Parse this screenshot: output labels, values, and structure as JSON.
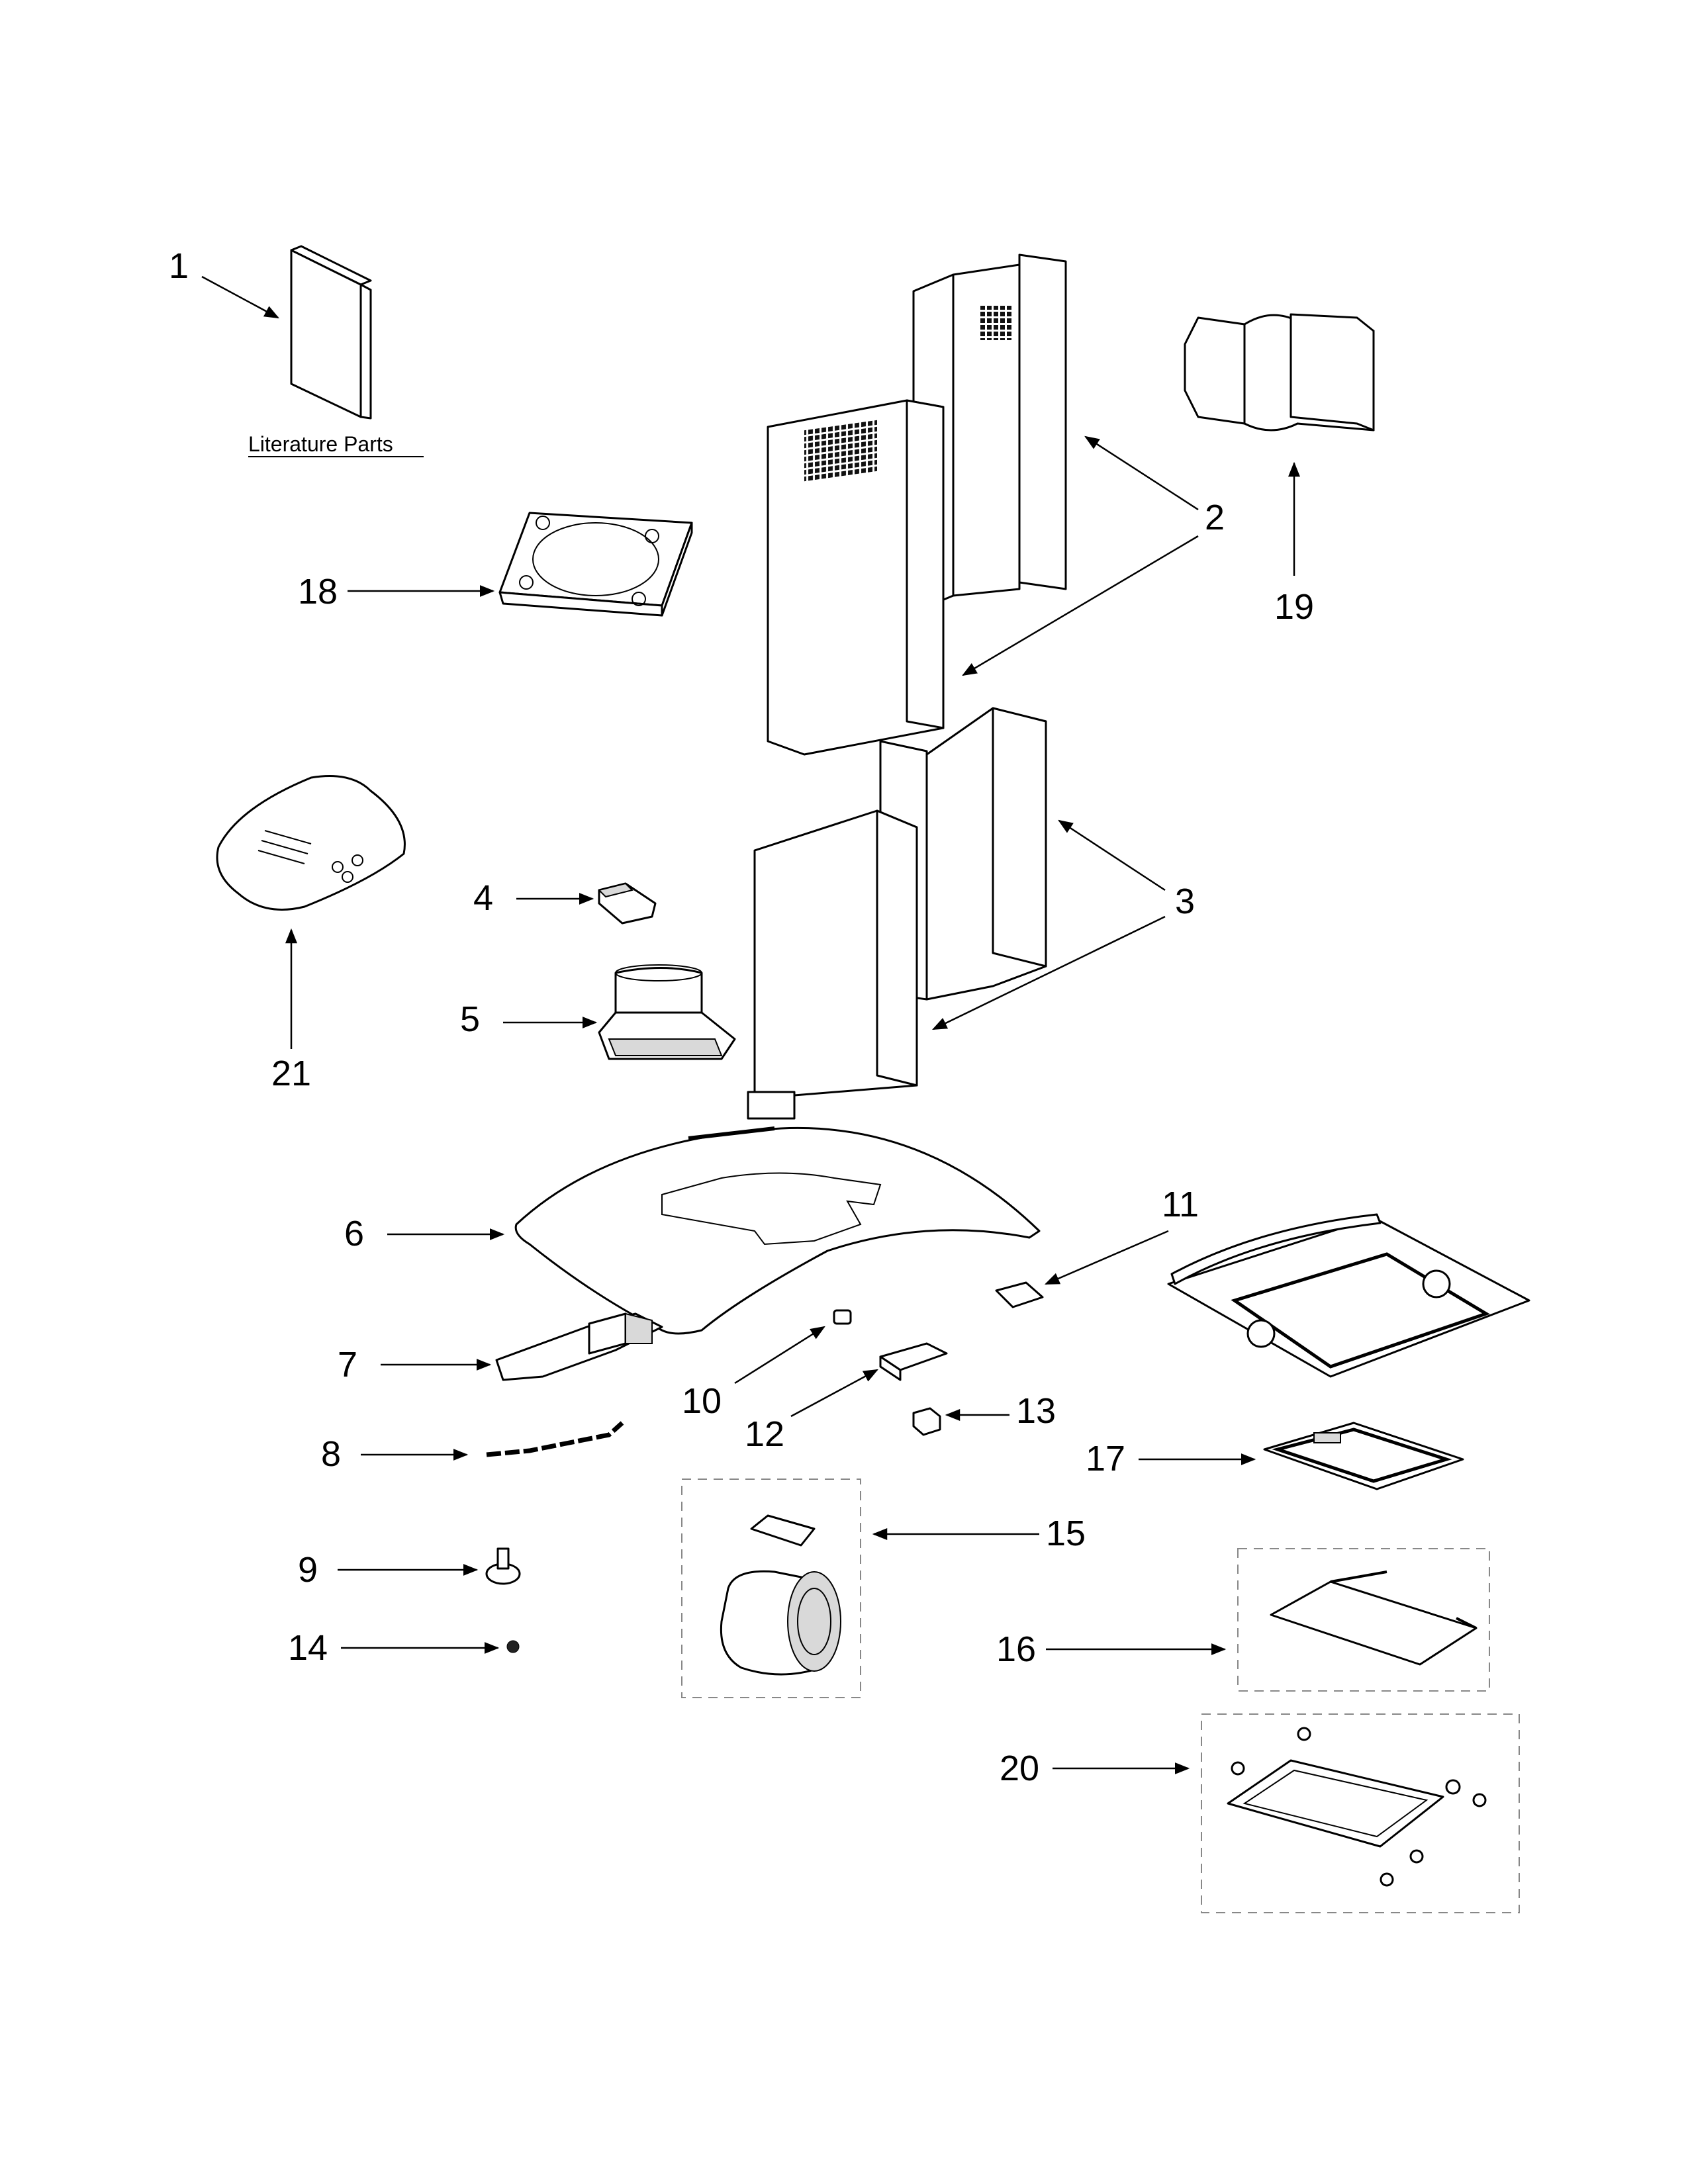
{
  "diagram": {
    "literature_label": "Literature Parts",
    "callouts": {
      "c1": "1",
      "c2": "2",
      "c3": "3",
      "c4": "4",
      "c5": "5",
      "c6": "6",
      "c7": "7",
      "c8": "8",
      "c9": "9",
      "c10": "10",
      "c11": "11",
      "c12": "12",
      "c13": "13",
      "c14": "14",
      "c15": "15",
      "c16": "16",
      "c17": "17",
      "c18": "18",
      "c19": "19",
      "c20": "20",
      "c21": "21"
    }
  }
}
